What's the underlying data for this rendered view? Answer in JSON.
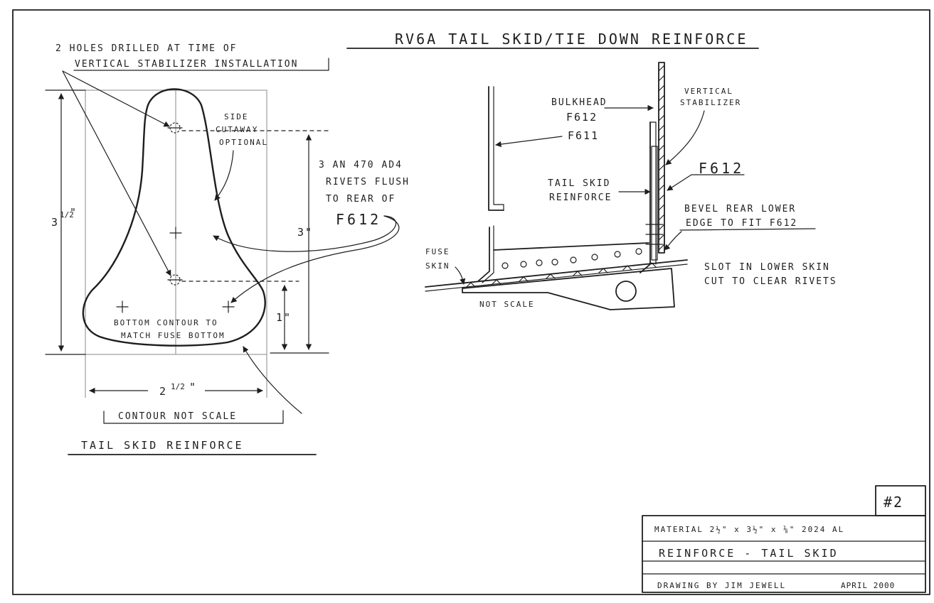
{
  "title": "RV6A TAIL SKID/TIE DOWN REINFORCE",
  "left_view": {
    "caption": "TAIL SKID REINFORCE",
    "holes_note_line1": "2 HOLES DRILLED AT TIME OF",
    "holes_note_line2": "VERTICAL STABILIZER INSTALLATION",
    "side_cutaway_line1": "SIDE",
    "side_cutaway_line2": "CUTAWAY",
    "side_cutaway_line3": "OPTIONAL",
    "rivets_line1": "3 AN 470 AD4",
    "rivets_line2": "RIVETS FLUSH",
    "rivets_line3": "TO REAR OF",
    "rivets_line4": "F612",
    "dim_height_whole": "3",
    "dim_height_frac": "1/2",
    "dim_height_unit": "\"",
    "dim_rivet_span": "3\"",
    "dim_bottom": "1\"",
    "dim_width_whole": "2",
    "dim_width_frac": "1/2",
    "dim_width_unit": "\"",
    "bottom_contour_line1": "BOTTOM CONTOUR TO",
    "bottom_contour_line2": "MATCH FUSE BOTTOM",
    "contour_note": "CONTOUR NOT SCALE"
  },
  "right_view": {
    "bulkhead_line1": "BULKHEAD",
    "bulkhead_line2": "F612",
    "vstab_line1": "VERTICAL",
    "vstab_line2": "STABILIZER",
    "f611": "F611",
    "f612": "F612",
    "tailskid_line1": "TAIL SKID",
    "tailskid_line2": "REINFORCE",
    "bevel_line1": "BEVEL REAR LOWER",
    "bevel_line2": "EDGE TO FIT F612",
    "fuse_line1": "FUSE",
    "fuse_line2": "SKIN",
    "slot_line1": "SLOT IN LOWER SKIN",
    "slot_line2": "CUT TO CLEAR RIVETS",
    "not_scale": "NOT SCALE"
  },
  "title_block": {
    "sheet_number": "#2",
    "material": "MATERIAL 2½\" x 3½\" x ⅛\" 2024 AL",
    "part_name": "REINFORCE - TAIL SKID",
    "drawn_by": "DRAWING BY JIM JEWELL",
    "date": "APRIL 2000"
  }
}
